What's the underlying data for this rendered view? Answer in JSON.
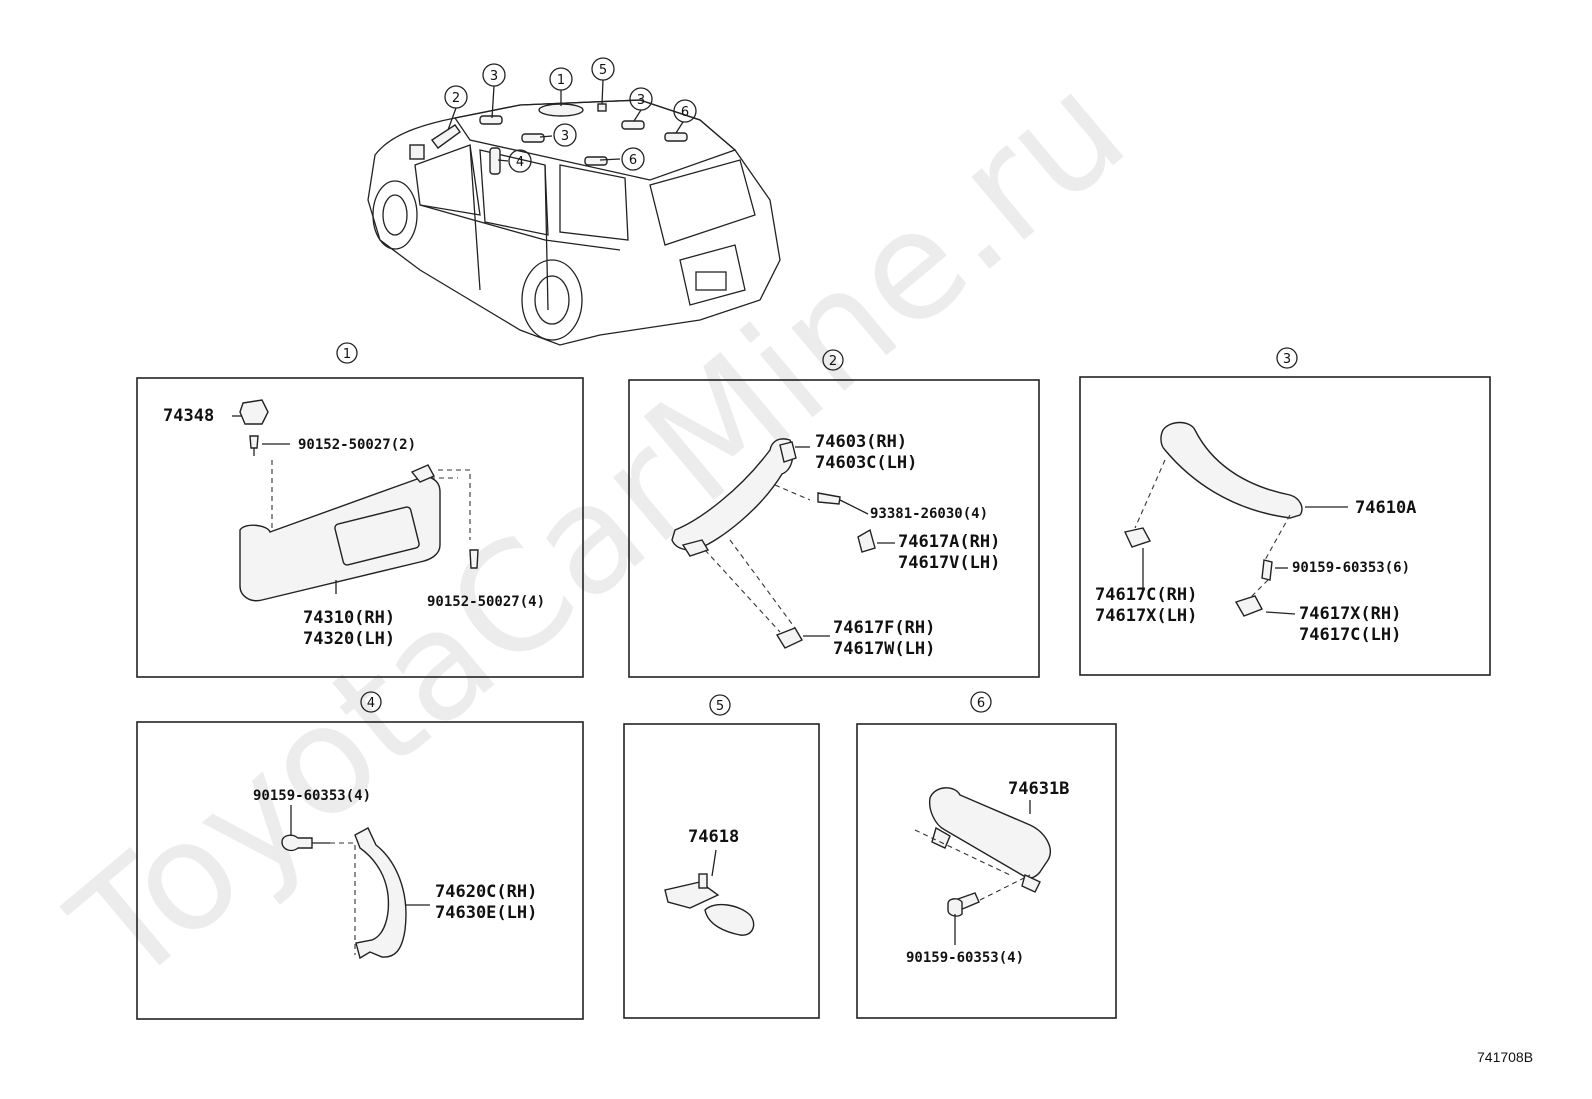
{
  "watermark": "ToyotaCarMine.ru",
  "diagram_code": "741708B",
  "overview_callouts": [
    "2",
    "3",
    "1",
    "5",
    "3",
    "3",
    "6",
    "4",
    "6"
  ],
  "sections": {
    "s1": {
      "number": "1",
      "labels": [
        "74348",
        "90152-50027(2)",
        "90152-50027(4)",
        "74310(RH)",
        "74320(LH)"
      ]
    },
    "s2": {
      "number": "2",
      "labels": [
        "74603(RH)",
        "74603C(LH)",
        "93381-26030(4)",
        "74617A(RH)",
        "74617V(LH)",
        "74617F(RH)",
        "74617W(LH)"
      ]
    },
    "s3": {
      "number": "3",
      "labels": [
        "74610A",
        "90159-60353(6)",
        "74617C(RH)",
        "74617X(LH)",
        "74617X(RH)",
        "74617C(LH)"
      ]
    },
    "s4": {
      "number": "4",
      "labels": [
        "90159-60353(4)",
        "74620C(RH)",
        "74630E(LH)"
      ]
    },
    "s5": {
      "number": "5",
      "labels": [
        "74618"
      ]
    },
    "s6": {
      "number": "6",
      "labels": [
        "74631B",
        "90159-60353(4)"
      ]
    }
  }
}
